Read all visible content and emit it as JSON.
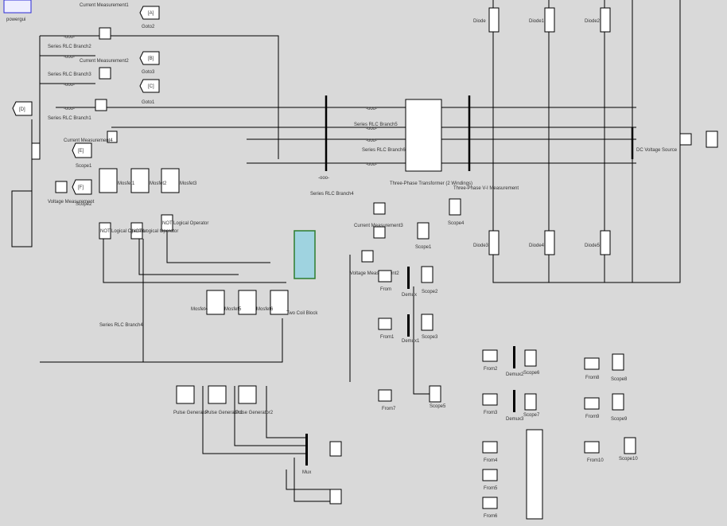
{
  "colors": {
    "background": "#d9d9d9",
    "wire": "#000000",
    "block": "#ffffff",
    "powergui": "#2b2bd6"
  },
  "labels": {
    "powergui": "powergui",
    "cm1": "Current Measurement1",
    "cm2": "Current Measurement2",
    "cm3": "Current Measurement3",
    "cm4": "Current Measurement4",
    "vm": "Voltage Measurement",
    "vm2": "Voltage Measurement2",
    "rlc1": "Series RLC Branch1",
    "rlc2": "Series RLC Branch2",
    "rlc3": "Series RLC Branch3",
    "rlc4": "Series RLC Branch4",
    "rlc5": "Series RLC Branch5",
    "rlc6": "Series RLC Branch6",
    "goto1": "Goto1",
    "goto2": "Goto2",
    "goto3": "Goto3",
    "scope1": "Scope1",
    "scope2": "Scope2",
    "scope3": "Scope3",
    "scope4": "Scope4",
    "scope5": "Scope5",
    "scope6": "Scope6",
    "scope7": "Scope7",
    "scope8": "Scope8",
    "scope9": "Scope9",
    "scope10": "Scope10",
    "mos1": "Mosfet1",
    "mos2": "Mosfet2",
    "mos3": "Mosfet3",
    "mos4": "Mosfet4",
    "mos5": "Mosfet5",
    "mos6": "Mosfet6",
    "not": "NOT",
    "logop": "Logical Operator",
    "pulse": "Pulse Generator",
    "pulse1": "Pulse Generator1",
    "pulse2": "Pulse Generator2",
    "transformer": "Three-Phase Transformer (2 Windings)",
    "vimeas": "Three-Phase V-I Measurement",
    "diode": "Diode",
    "diode1": "Diode1",
    "diode2": "Diode2",
    "diode3": "Diode3",
    "diode4": "Diode4",
    "diode5": "Diode5",
    "dcsrc": "DC Voltage Source",
    "twocoil": "Two Coil Block",
    "from": "From",
    "from1": "From1",
    "from2": "From2",
    "from3": "From3",
    "from4": "From4",
    "from5": "From5",
    "from6": "From6",
    "from7": "From7",
    "from8": "From8",
    "from9": "From9",
    "from10": "From10",
    "demux": "Demux",
    "demux1": "Demux1",
    "demux2": "Demux2",
    "demux3": "Demux3",
    "mux": "Mux",
    "tag_a": "[A]",
    "tag_b": "[B]",
    "tag_c": "[C]",
    "tag_d": "[D]",
    "tag_e": "[E]",
    "tag_f": "[F]"
  }
}
